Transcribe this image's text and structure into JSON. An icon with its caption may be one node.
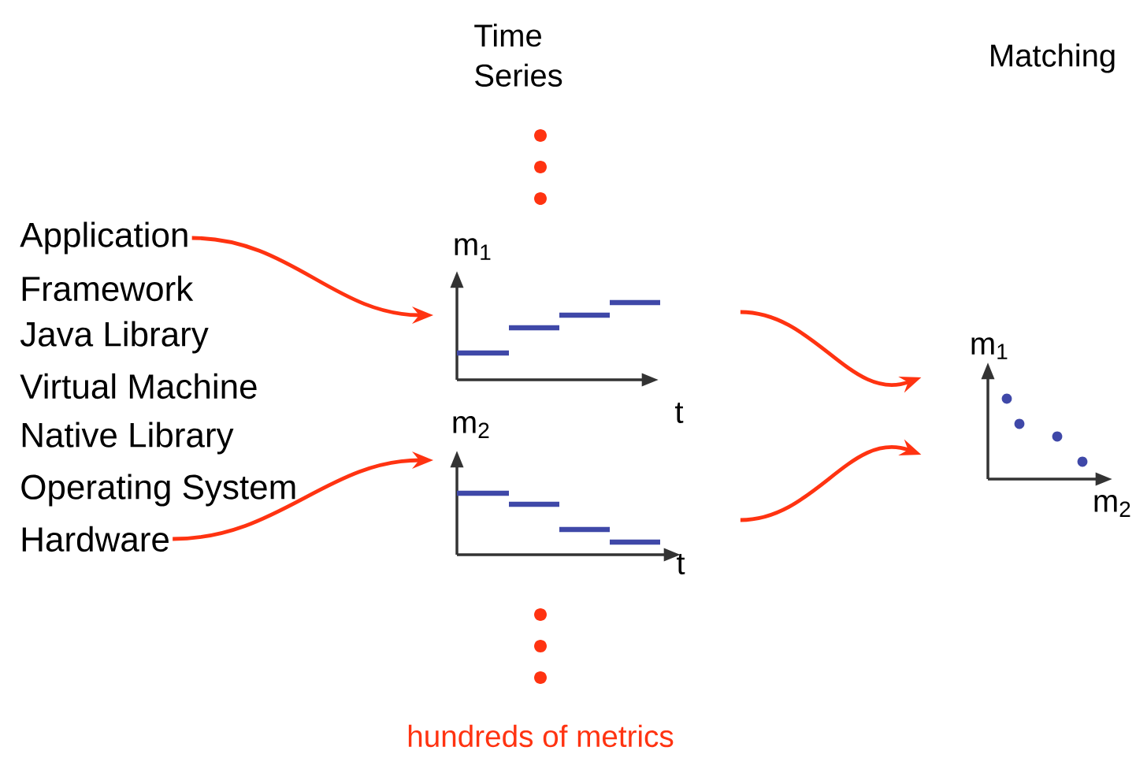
{
  "diagram": {
    "nodes": [
      {
        "text": [
          "Application"
        ]
      },
      {
        "text": [
          "Framework"
        ]
      },
      {
        "text": [
          "Java Library"
        ]
      },
      {
        "text": [
          "Virtual Machine"
        ]
      },
      {
        "text": [
          "Native Library"
        ]
      },
      {
        "text": [
          "Operating System"
        ]
      },
      {
        "text": [
          "Hardware"
        ]
      },
      {
        "text": [
          "m$_{1}$",
          "t"
        ]
      },
      {
        "text": [
          "m$_{2}$",
          "t"
        ]
      },
      {
        "text": [
          "m$_{1}$",
          "m$_{2}$"
        ]
      }
    ],
    "edges": [
      {
        "from": 0,
        "to": 7,
        "arrow": "to"
      },
      {
        "from": 6,
        "to": 8,
        "arrow": "to"
      },
      {
        "from": 7,
        "to": 9,
        "arrow": "to"
      },
      {
        "from": 8,
        "to": 9,
        "arrow": "to"
      }
    ],
    "labels": [
      "Time Series",
      "Matching",
      "hundreds of metrics"
    ]
  }
}
